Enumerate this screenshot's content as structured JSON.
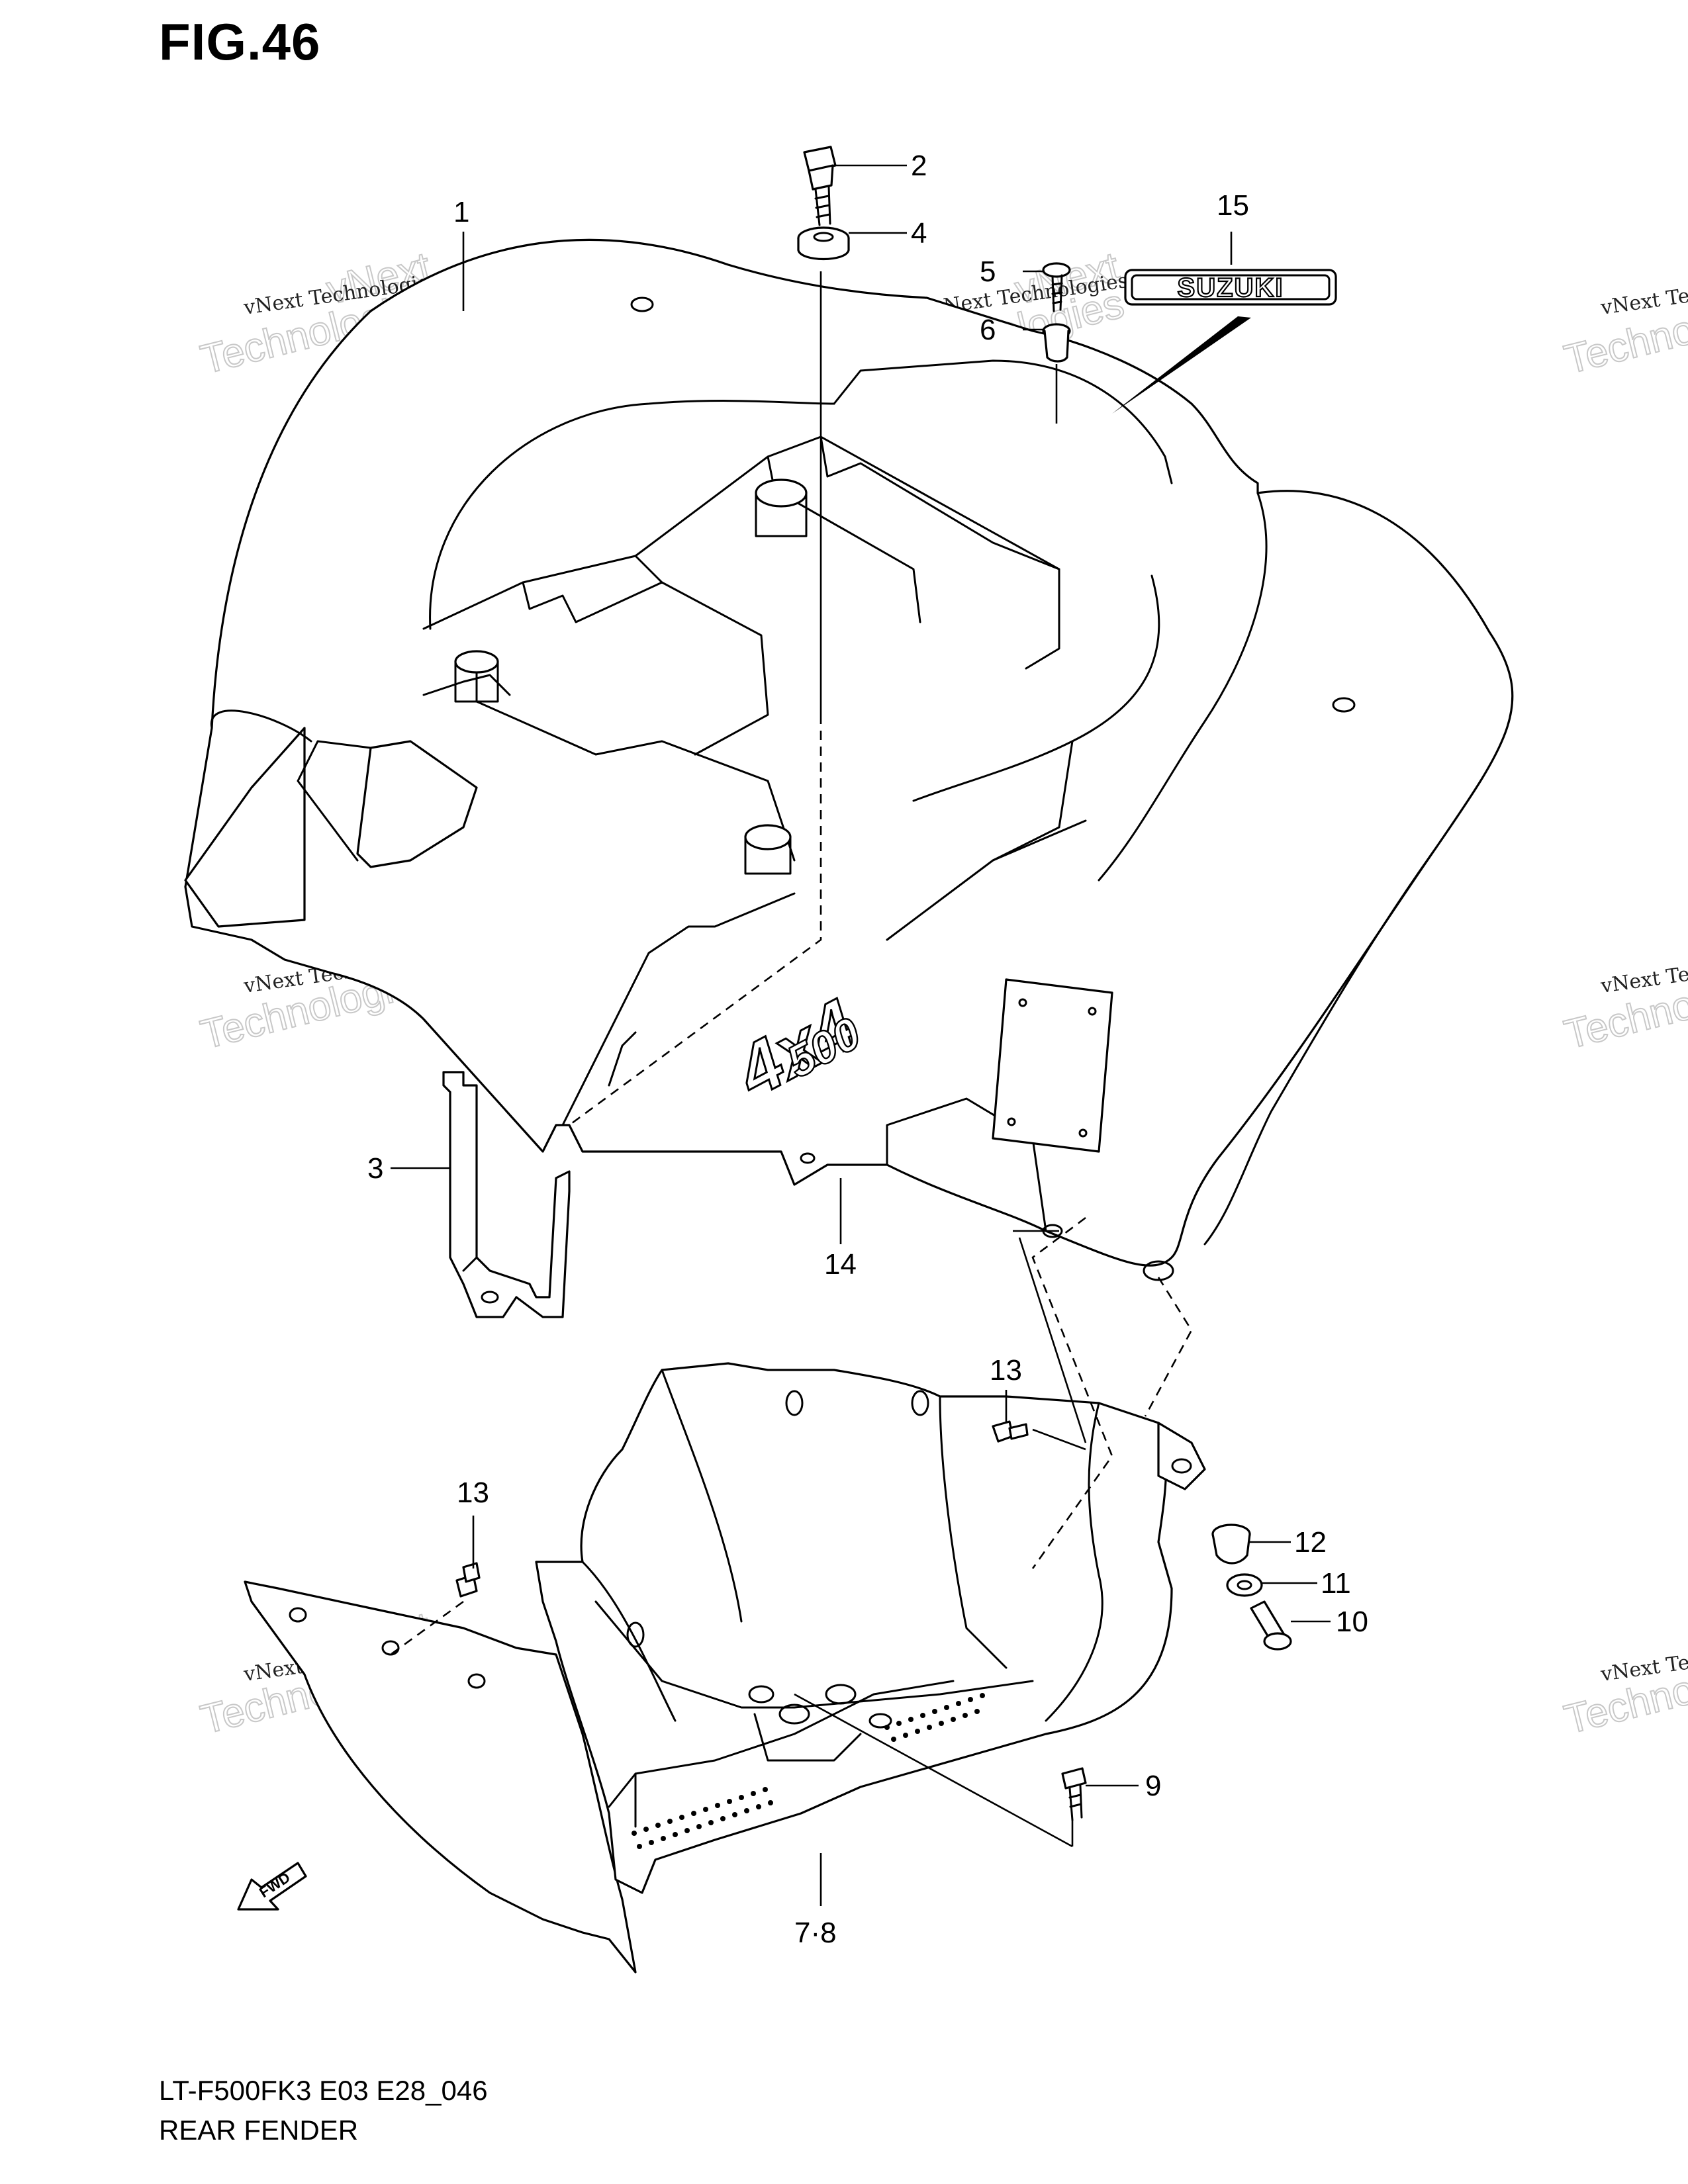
{
  "figure_title": "FIG.46",
  "footer": {
    "model_code": "LT-F500FK3 E03 E28_046",
    "section_name": "REAR FENDER"
  },
  "callouts": {
    "c1": "1",
    "c2": "2",
    "c3": "3",
    "c4": "4",
    "c5": "5",
    "c6": "6",
    "c7_8": "7·8",
    "c9": "9",
    "c10": "10",
    "c11": "11",
    "c12": "12",
    "c13a": "13",
    "c13b": "13",
    "c14": "14",
    "c15": "15"
  },
  "decals": {
    "brand": "SUZUKI",
    "fwd": "FWD"
  },
  "watermark": {
    "line1": "vNext Technologies",
    "line2": "Technologies",
    "line3": "vNext"
  }
}
